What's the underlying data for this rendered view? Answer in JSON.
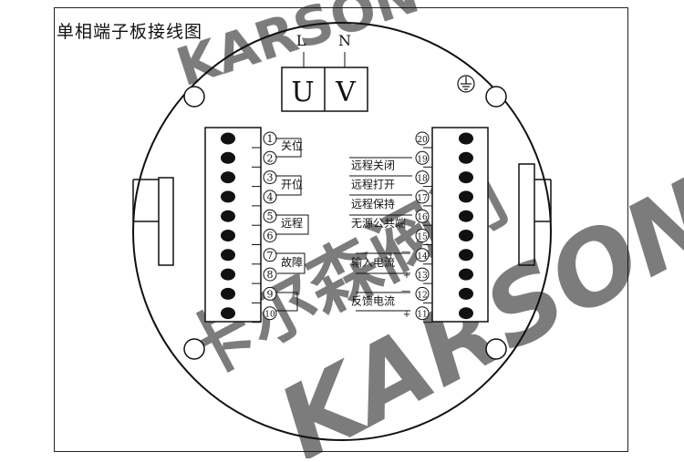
{
  "title": "单相端子板接线图",
  "power": {
    "live": "L",
    "neutral": "N",
    "term_u": "U",
    "term_v": "V"
  },
  "ground_symbol": "earth-ground-icon",
  "left_terminals": [
    {
      "num": "1",
      "label": "关位"
    },
    {
      "num": "2",
      "label": ""
    },
    {
      "num": "3",
      "label": "开位"
    },
    {
      "num": "4",
      "label": ""
    },
    {
      "num": "5",
      "label": "远程"
    },
    {
      "num": "6",
      "label": ""
    },
    {
      "num": "7",
      "label": "故障"
    },
    {
      "num": "8",
      "label": ""
    },
    {
      "num": "9",
      "label": ""
    },
    {
      "num": "10",
      "label": ""
    }
  ],
  "right_terminals": [
    {
      "num": "20",
      "label": ""
    },
    {
      "num": "19",
      "label": "远程关闭"
    },
    {
      "num": "18",
      "label": "远程打开"
    },
    {
      "num": "17",
      "label": "远程保持"
    },
    {
      "num": "16",
      "label": "无源公共端"
    },
    {
      "num": "15",
      "label": ""
    },
    {
      "num": "14",
      "label": "输入电流"
    },
    {
      "num": "13",
      "label": ""
    },
    {
      "num": "12",
      "label": "反馈电流"
    },
    {
      "num": "11",
      "label": ""
    }
  ],
  "polarity": {
    "minus": "—",
    "plus": "+"
  },
  "watermark": {
    "brand": "KARSON",
    "cn": "卡尔森阀门",
    "color": "#e8504e"
  }
}
